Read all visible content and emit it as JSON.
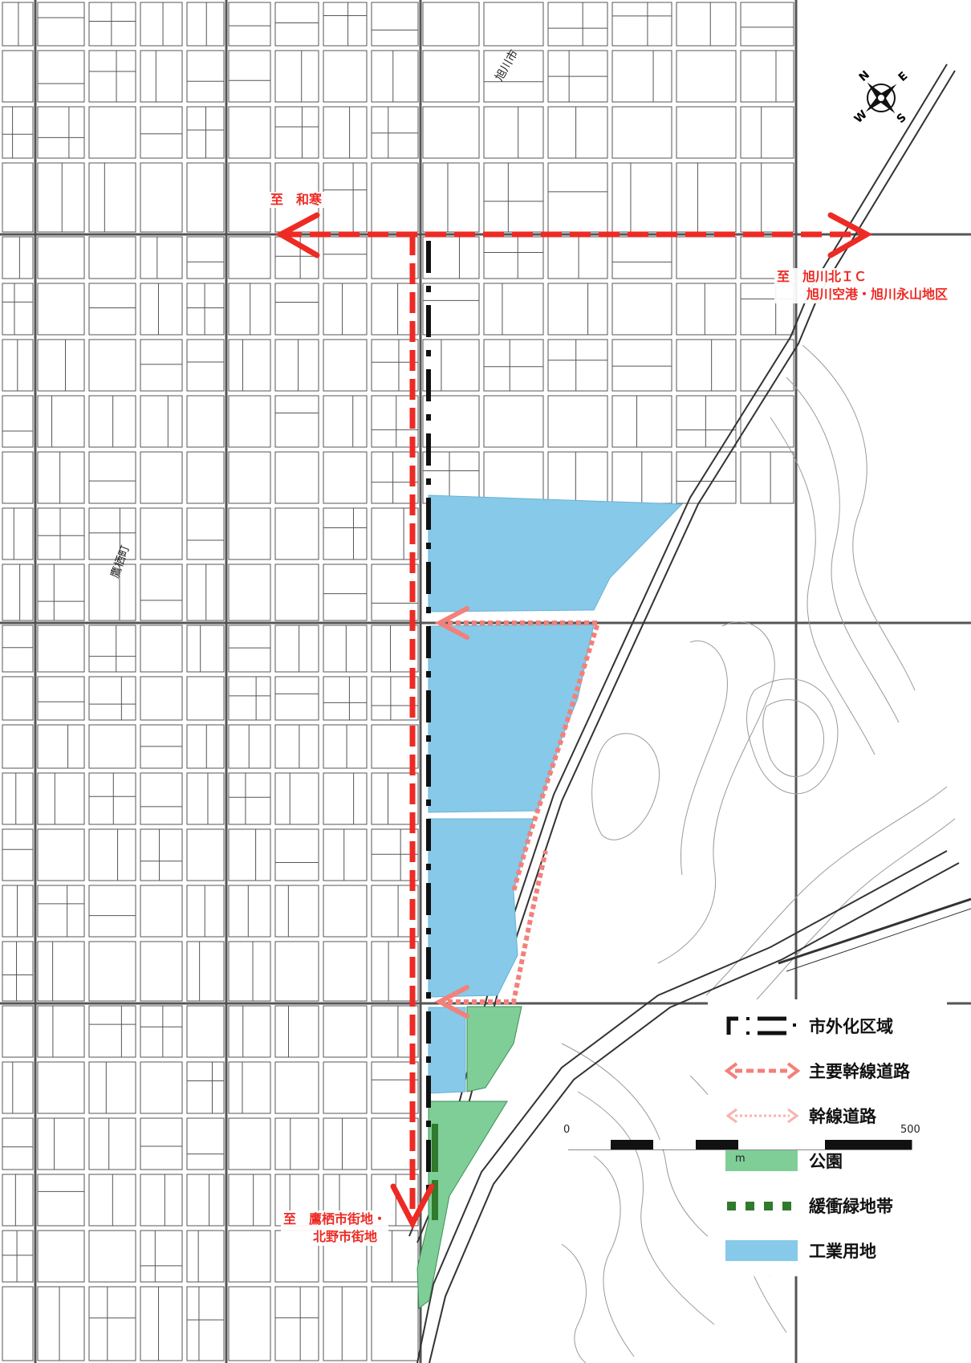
{
  "colors": {
    "industrial": "#87c9e8",
    "park": "#7fce98",
    "park_dark": "#3a8f52",
    "buffer": "#2f7a2c",
    "main_road": "#ee2a24",
    "trunk_road": "#f3807a",
    "boundary": "#111111"
  },
  "map_labels": {
    "city_name": "旭川市",
    "town_name": "鷹栖町",
    "to_wassamu": "至　和寒",
    "to_ic_line1": "至　旭川北ＩＣ",
    "to_ic_line2": "旭川空港・旭川永山地区",
    "to_south_line1": "至　鷹栖市街地・",
    "to_south_line2": "北野市街地"
  },
  "legend": {
    "items": [
      {
        "icon": "boundary-line-icon",
        "label": "市外化区域"
      },
      {
        "icon": "main-road-arrow-icon",
        "label": "主要幹線道路"
      },
      {
        "icon": "trunk-road-arrow-icon",
        "label": "幹線道路"
      },
      {
        "icon": "park-swatch-icon",
        "label": "公園"
      },
      {
        "icon": "buffer-green-icon",
        "label": "緩衝緑地帯"
      },
      {
        "icon": "industrial-swatch-icon",
        "label": "工業用地"
      }
    ]
  },
  "compass": {
    "n": "N",
    "e": "E",
    "s": "S",
    "w": "W"
  },
  "scale_bar": {
    "start": "0",
    "end": "500",
    "unit": "m"
  }
}
